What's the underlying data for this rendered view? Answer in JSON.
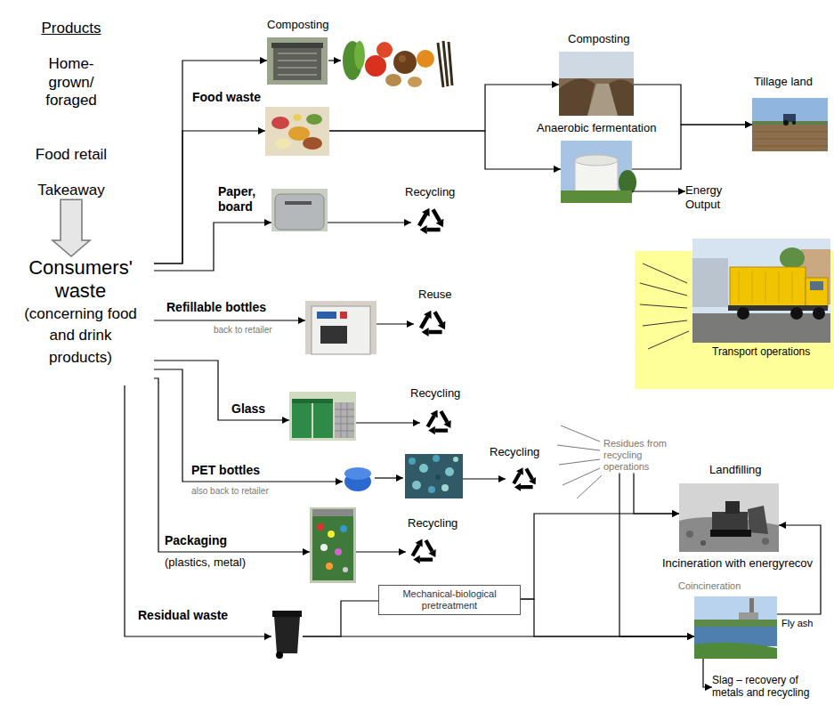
{
  "diagram": {
    "nodes": [
      {
        "text": [
          "Products",
          "Home- grown/ foraged",
          "Food retail",
          "Takeaway"
        ]
      },
      {
        "text": [
          "Consumers' waste",
          "(concerning food and drink products)"
        ]
      },
      {
        "text": [
          "Composting"
        ]
      },
      {
        "text": [
          "Food waste"
        ]
      },
      {
        "text": [
          "Composting"
        ]
      },
      {
        "text": [
          "Anaerobic fermentation"
        ]
      },
      {
        "text": [
          "Tillage land"
        ]
      },
      {
        "text": [
          "Energy Output"
        ]
      },
      {
        "text": [
          "Paper, board"
        ]
      },
      {
        "text": [
          "Recycling"
        ]
      },
      {
        "text": [
          "Refillable bottles",
          "back to retailer"
        ]
      },
      {
        "text": [
          "Reuse"
        ]
      },
      {
        "text": [
          "Transport operations"
        ]
      },
      {
        "text": [
          "Glass"
        ]
      },
      {
        "text": [
          "Recycling"
        ]
      },
      {
        "text": [
          "PET bottles",
          "also back to retailer"
        ]
      },
      {
        "text": [
          "Recycling"
        ]
      },
      {
        "text": [
          "Residues from recycling operations"
        ]
      },
      {
        "text": [
          "Landfilling"
        ]
      },
      {
        "text": [
          "Packaging",
          "(plastics, metal)"
        ]
      },
      {
        "text": [
          "Recycling"
        ]
      },
      {
        "text": [
          "Mechanical-biological pretreatment"
        ]
      },
      {
        "text": [
          "Incineration with energyrecov",
          "Coincineration"
        ]
      },
      {
        "text": [
          "Residual waste"
        ]
      },
      {
        "text": [
          "Slag – recovery of metals and recycling"
        ]
      }
    ],
    "edges": [
      {
        "from": 0,
        "to": 1,
        "arrow": "to"
      },
      {
        "from": 1,
        "to": 2,
        "arrow": "to"
      },
      {
        "from": 1,
        "to": 3,
        "arrow": "to"
      },
      {
        "from": 1,
        "to": 8,
        "arrow": "to"
      },
      {
        "from": 1,
        "to": 10,
        "arrow": "to"
      },
      {
        "from": 1,
        "to": 13,
        "arrow": "to"
      },
      {
        "from": 1,
        "to": 15,
        "arrow": "to"
      },
      {
        "from": 1,
        "to": 19,
        "arrow": "to"
      },
      {
        "from": 1,
        "to": 23,
        "arrow": "to"
      },
      {
        "from": 3,
        "to": 4,
        "arrow": "to"
      },
      {
        "from": 3,
        "to": 5,
        "arrow": "to"
      },
      {
        "from": 4,
        "to": 6,
        "arrow": "to"
      },
      {
        "from": 5,
        "to": 6,
        "arrow": "to"
      },
      {
        "from": 5,
        "to": 7,
        "arrow": "to"
      },
      {
        "from": 8,
        "to": 9,
        "arrow": "to"
      },
      {
        "from": 10,
        "to": 11,
        "arrow": "to"
      },
      {
        "from": 13,
        "to": 14,
        "arrow": "to"
      },
      {
        "from": 15,
        "to": 16,
        "arrow": "to"
      },
      {
        "from": 19,
        "to": 20,
        "arrow": "to"
      },
      {
        "from": 17,
        "to": 18,
        "arrow": "to"
      },
      {
        "from": 17,
        "to": 22,
        "arrow": "to"
      },
      {
        "from": 21,
        "to": 18,
        "arrow": "to"
      },
      {
        "from": 21,
        "to": 22,
        "arrow": "to"
      },
      {
        "from": 22,
        "to": 18,
        "label": "Fly ash",
        "arrow": "to"
      },
      {
        "from": 22,
        "to": 24,
        "arrow": "to"
      },
      {
        "from": 23,
        "to": 21,
        "arrow": "none"
      },
      {
        "from": 23,
        "to": 22,
        "arrow": "to"
      }
    ]
  }
}
